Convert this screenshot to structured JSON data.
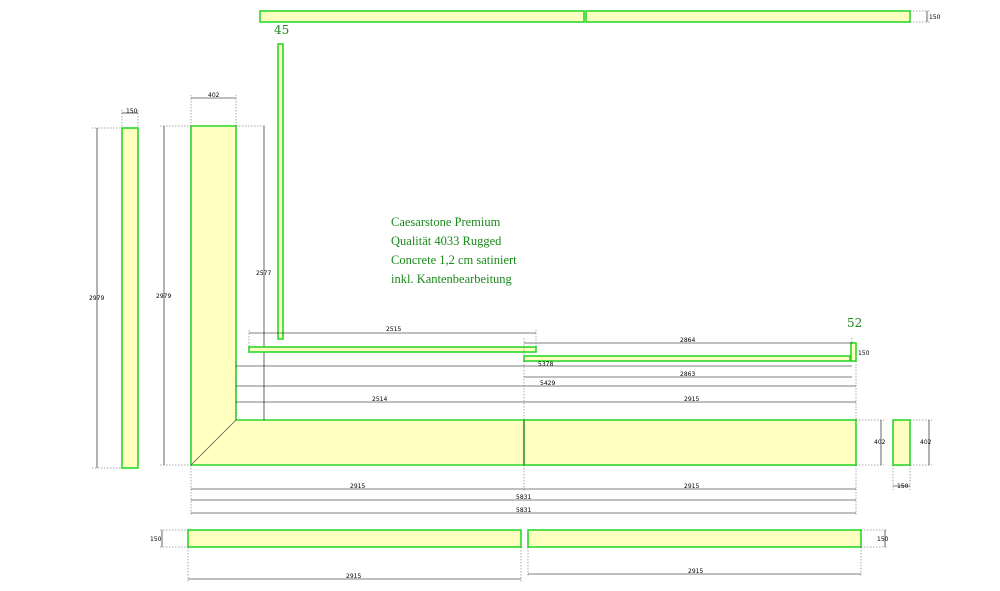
{
  "note": {
    "line1": "Caesarstone Premium",
    "line2": "Qualität 4033 Rugged",
    "line3": "Concrete 1,2 cm satiniert",
    "line4": "inkl. Kantenbearbeitung"
  },
  "labels": {
    "piece_45": "45",
    "piece_52": "52"
  },
  "dimensions": {
    "top_strip_height": "150",
    "left_strip_width": "150",
    "left_strip_length": "2979",
    "leg_width": "402",
    "leg_length": "2979",
    "upstand_length": "2577",
    "back_left": "2515",
    "back_right": "2864",
    "back_total": "5378",
    "inner_right": "2863",
    "total_inner": "5429",
    "inner_left": "2514",
    "inner_right_2": "2915",
    "depth_right": "402",
    "small_piece_height": "402",
    "small_piece_width": "150",
    "bottom_left": "2915",
    "bottom_right": "2915",
    "bottom_total_1": "5831",
    "bottom_total_2": "5831",
    "lower_strip_height_left": "150",
    "lower_strip_height_right": "150",
    "lower_left_length": "2915",
    "lower_right_length": "2915",
    "small_52": "150"
  },
  "colors": {
    "piece_fill": "#ffffc0",
    "piece_outline": "#2ad82a",
    "label_text": "#1a8a1a"
  }
}
